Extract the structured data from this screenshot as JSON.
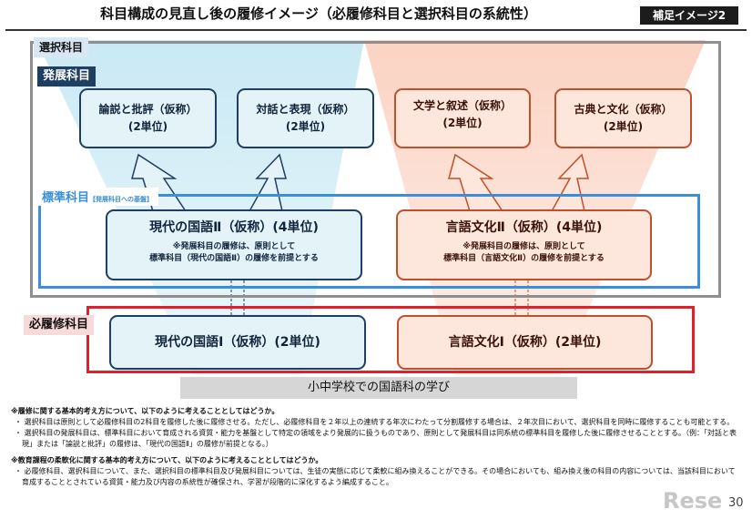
{
  "header": {
    "title": "科目構成の見直し後の履修イメージ（必履修科目と選択科目の系統性）",
    "badge": "補足イメージ2"
  },
  "labels": {
    "elective": "選択科目",
    "developmental": "発展科目",
    "standard": "標準科目",
    "standard_sub": "【発展科目への基盤】",
    "required": "必履修科目"
  },
  "developmental_subjects": [
    {
      "name": "論説と批評（仮称）",
      "credits": "(2単位)"
    },
    {
      "name": "対話と表現（仮称）",
      "credits": "(2単位)"
    },
    {
      "name": "文学と叙述（仮称）",
      "credits": "(2単位)"
    },
    {
      "name": "古典と文化（仮称）",
      "credits": "(2単位)"
    }
  ],
  "standard_subjects": [
    {
      "name": "現代の国語Ⅱ（仮称）(4単位)",
      "note1": "※発展科目の履修は、原則として",
      "note2": "標準科目（現代の国語Ⅱ）の履修を前提とする"
    },
    {
      "name": "言語文化Ⅱ（仮称）(4単位)",
      "note1": "※発展科目の履修は、原則として",
      "note2": "標準科目（言語文化Ⅱ）の履修を前提とする"
    }
  ],
  "required_subjects": [
    {
      "name": "現代の国語Ⅰ（仮称）(2単位)"
    },
    {
      "name": "言語文化Ⅰ（仮称）(2単位)"
    }
  ],
  "foundation": "小中学校での国語科の学び",
  "notes": {
    "heading1": "※履修に関する基本的考え方について、以下のように考えることとしてはどうか。",
    "bullet1": "・ 選択科目は原則として必履修科目の2科目を履修した後に履修させる。ただし、必履修科目を２年以上の連続する年次にわたって分割履修する場合は、２年次目において、選択科目を同時に履修することも可能とする。",
    "bullet2": "・ 選択科目の発展科目は、標準科目において育成される資質・能力を基盤として特定の領域をより発展的に扱うものであり、原則として発展科目は同系統の標準科目を履修した後に履修させることとする。（例：「対話と表現」または「論説と批評」の履修は、「現代の国語Ⅱ」の履修が前提となる。）",
    "heading2": "※教育課程の柔軟化に関する基本的考え方について、以下のように考えることとしてはどうか。",
    "bullet3": "・ 必履修科目、選択科目について、また、選択科目の標準科目及び発展科目については、生徒の実態に応じて柔軟に組み換えることができる。その場合においても、組み換え後の科目の内容については、当該科目において育成することとされている資質・能力及び内容の系統性が確保され、学習が段階的に深化するよう編成すること。"
  },
  "footer": {
    "page": "30",
    "watermark": "Rese"
  },
  "colors": {
    "blue_border": "#1f3e63",
    "orange_border": "#c0502a",
    "standard_frame": "#3a8fd8",
    "required_frame": "#e0202a",
    "dev_label": "#1f3e63"
  }
}
